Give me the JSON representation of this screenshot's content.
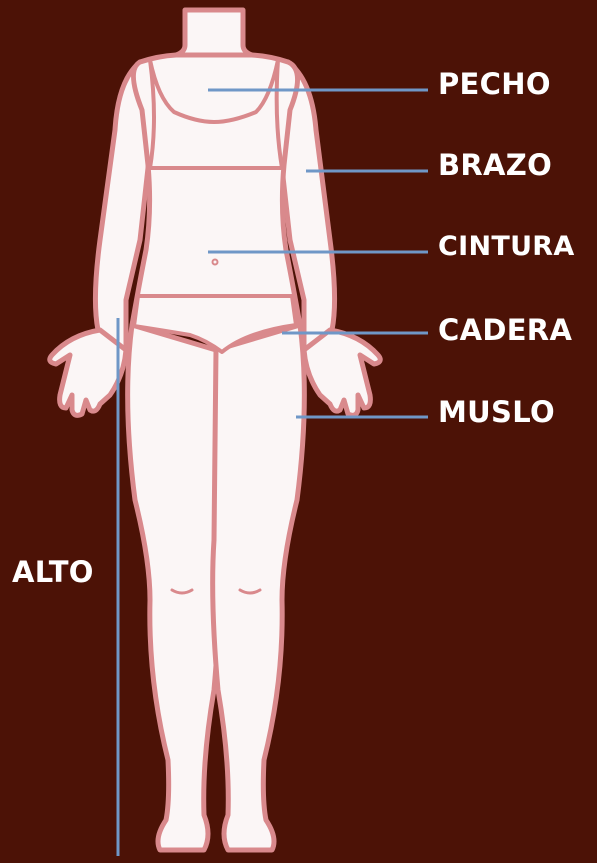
{
  "diagram": {
    "colors": {
      "background": "#4c1206",
      "body_fill": "#fbf6f6",
      "body_outline": "#d9898c",
      "line": "#6f97c7",
      "label": "#ffffff"
    },
    "labels": {
      "chest": "PECHO",
      "arm": "BRAZO",
      "waist": "CINTURA",
      "hip": "CADERA",
      "thigh": "MUSLO",
      "height": "ALTO"
    }
  }
}
